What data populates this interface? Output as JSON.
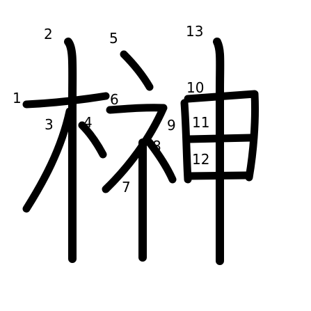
{
  "character": {
    "glyph": "榊"
  },
  "colors": {
    "stroke": "#000000",
    "number": "#000000",
    "background": "#ffffff"
  },
  "stroke_numbers": [
    "1",
    "2",
    "3",
    "4",
    "5",
    "6",
    "7",
    "8",
    "9",
    "10",
    "11",
    "12",
    "13"
  ]
}
